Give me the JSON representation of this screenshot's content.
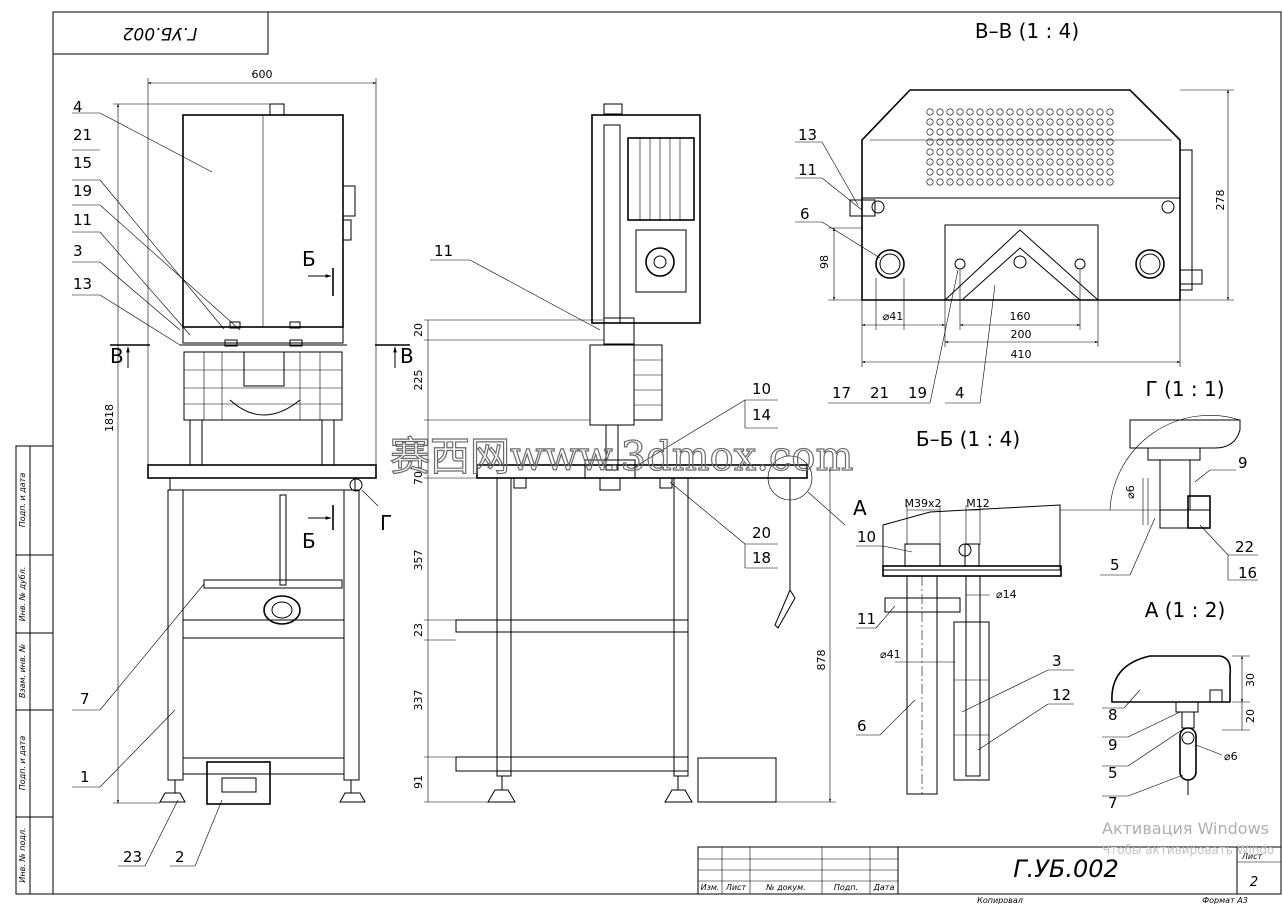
{
  "corner_label": "Г.УБ.002",
  "section_titles": {
    "vv": "В–В (1 : 4)",
    "bb": "Б–Б (1 : 4)",
    "g": "Г (1 : 1)",
    "a": "А (1 : 2)",
    "a_letter": "А"
  },
  "cut_letters": {
    "b": "Б",
    "v": "В",
    "g": "Г"
  },
  "dimensions": {
    "front_width": "600",
    "front_height": "1818",
    "side_20": "20",
    "side_225": "225",
    "side_70": "70",
    "side_357": "357",
    "side_23": "23",
    "side_337": "337",
    "side_91": "91",
    "side_878": "878",
    "vv_278": "278",
    "vv_98": "98",
    "vv_d41": "⌀41",
    "vv_160": "160",
    "vv_200": "200",
    "vv_410": "410",
    "bb_m39": "M39x2",
    "bb_m12": "M12",
    "bb_d14": "⌀14",
    "bb_d41": "⌀41",
    "g_d6": "⌀6",
    "a_30": "30",
    "a_20": "20",
    "a_d6": "⌀6"
  },
  "positions": {
    "front": [
      "4",
      "21",
      "15",
      "19",
      "11",
      "3",
      "13",
      "7",
      "1",
      "23",
      "2"
    ],
    "side": [
      "11",
      "10",
      "14",
      "20",
      "18"
    ],
    "vv": [
      "13",
      "11",
      "6",
      "17",
      "21",
      "19",
      "4"
    ],
    "bb": [
      "10",
      "11",
      "6",
      "3",
      "12"
    ],
    "g": [
      "9",
      "5",
      "22",
      "16"
    ],
    "a": [
      "8",
      "9",
      "5",
      "7"
    ]
  },
  "side_stamp": [
    "Подп. и дата",
    "Инв. № дубл.",
    "Взам. инв. №",
    "Подп. и дата",
    "Инв. № подл."
  ],
  "title_block": {
    "designation": "Г.УБ.002",
    "headers": [
      "Изм.",
      "Лист",
      "№ докум.",
      "Подп.",
      "Дата"
    ],
    "sheet_label": "Лист",
    "sheet_number": "2",
    "copied": "Копировал",
    "format": "Формат А3"
  },
  "watermark": "赛西网www.3dmox.com",
  "activation": {
    "line1": "Активация Windows",
    "line2": "Чтобы активировать Windo"
  }
}
